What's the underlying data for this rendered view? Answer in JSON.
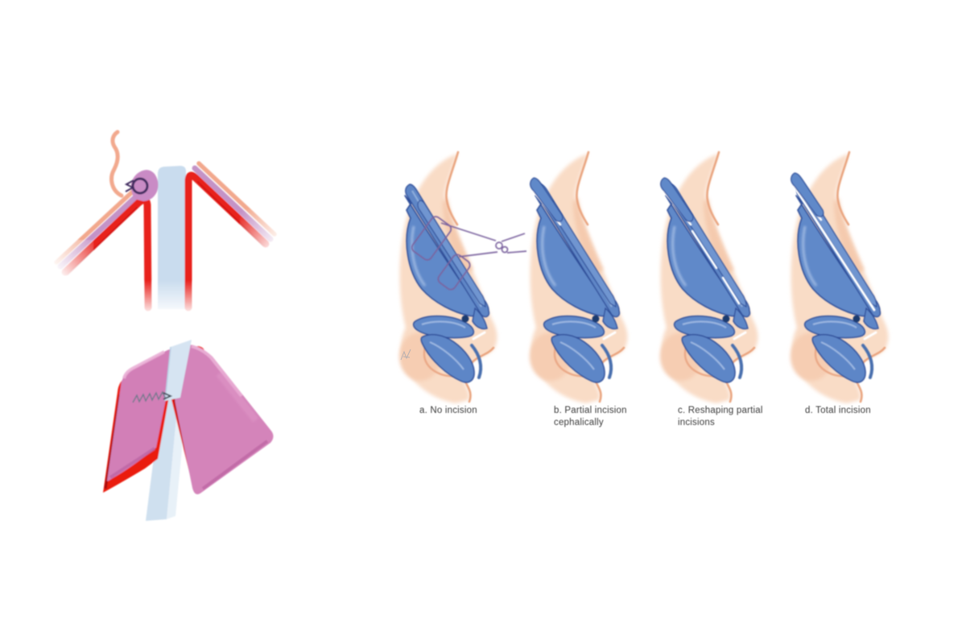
{
  "figure": {
    "type": "medical-illustration",
    "subject": "rhinoplasty cartilage incision techniques",
    "background": "#ffffff"
  },
  "labels": [
    {
      "id": "a",
      "line1": "a. No incision",
      "line2": ""
    },
    {
      "id": "b",
      "line1": "b. Partial incision",
      "line2": "cephalically"
    },
    {
      "id": "c",
      "line1": "c. Reshaping partial",
      "line2": "incisions"
    },
    {
      "id": "d",
      "line1": "d. Total incision",
      "line2": ""
    }
  ],
  "colors": {
    "skin": "#f9dcc6",
    "skin_line": "#e9a47f",
    "cartilage": "#6089c9",
    "cartilage_dark": "#2d4e9a",
    "cartilage_light": "#9db8e2",
    "suture_purple": "#7b649f",
    "ring_purple": "#402a5e",
    "red": "#e8211c",
    "dark_red": "#9c0d08",
    "pink": "#d27fb7",
    "mauve": "#c493c6",
    "salmon": "#f2a88d",
    "septum_blue": "#cddfee",
    "thread_gray": "#68798b",
    "label_text": "#3b3b3b"
  }
}
